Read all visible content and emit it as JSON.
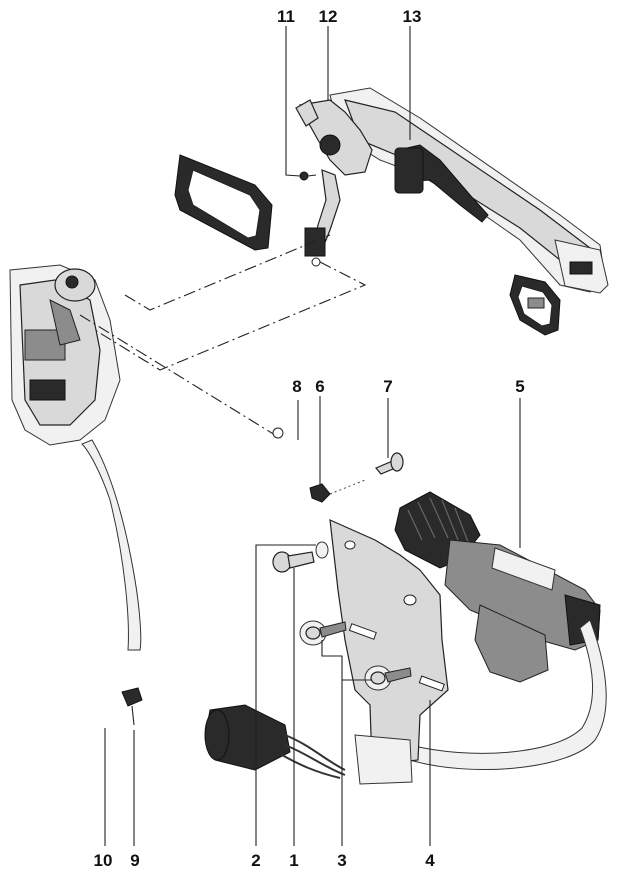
{
  "callouts": [
    {
      "id": "c11",
      "text": "11"
    },
    {
      "id": "c12",
      "text": "12"
    },
    {
      "id": "c13",
      "text": "13"
    },
    {
      "id": "c8",
      "text": "8"
    },
    {
      "id": "c6",
      "text": "6"
    },
    {
      "id": "c7",
      "text": "7"
    },
    {
      "id": "c5",
      "text": "5"
    },
    {
      "id": "c10",
      "text": "10"
    },
    {
      "id": "c9",
      "text": "9"
    },
    {
      "id": "c2",
      "text": "2"
    },
    {
      "id": "c1",
      "text": "1"
    },
    {
      "id": "c3",
      "text": "3"
    },
    {
      "id": "c4",
      "text": "4"
    }
  ]
}
